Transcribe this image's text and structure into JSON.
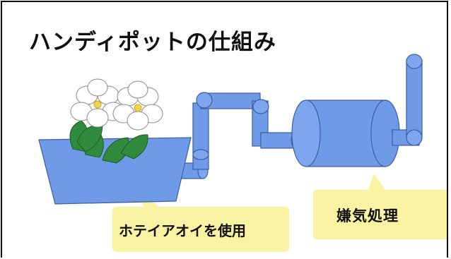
{
  "title": "ハンディポットの仕組み",
  "labels": {
    "plant": "ホテイアオイを使用",
    "tank": "嫌気処理"
  },
  "colors": {
    "pipe": "#6f9ae8",
    "pipe_edge": "#3d5f9e",
    "bubble": "#fbf3a4",
    "leaf": "#2f8a3c",
    "flower": "#ffffff",
    "flower_center": "#f2d44a"
  }
}
